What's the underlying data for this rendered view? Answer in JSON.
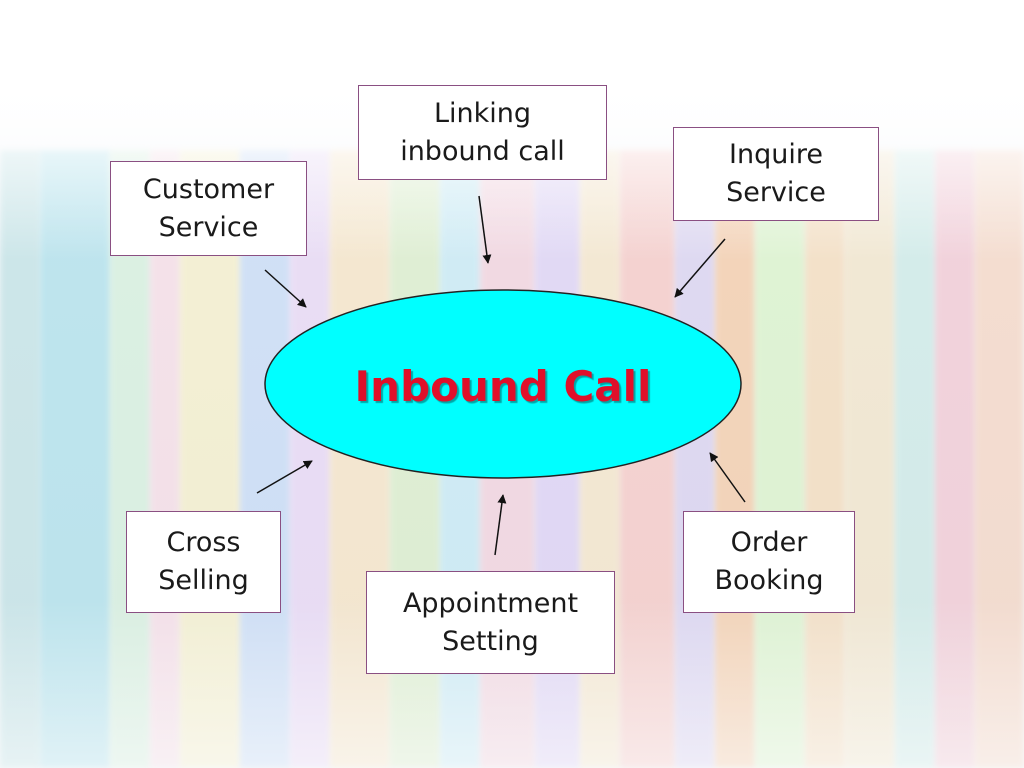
{
  "center": {
    "label": "Inbound Call",
    "fill": "#00ffff",
    "text_color": "#e0102a"
  },
  "nodes": {
    "linking": [
      "Linking",
      "inbound call"
    ],
    "customer_service": [
      "Customer",
      "Service"
    ],
    "inquire_service": [
      "Inquire",
      "Service"
    ],
    "cross_selling": [
      "Cross",
      "Selling"
    ],
    "appointment_setting": [
      "Appointment",
      "Setting"
    ],
    "order_booking": [
      "Order",
      "Booking"
    ]
  },
  "colors": {
    "box_border": "#8a4f82",
    "arrow": "#111111"
  }
}
